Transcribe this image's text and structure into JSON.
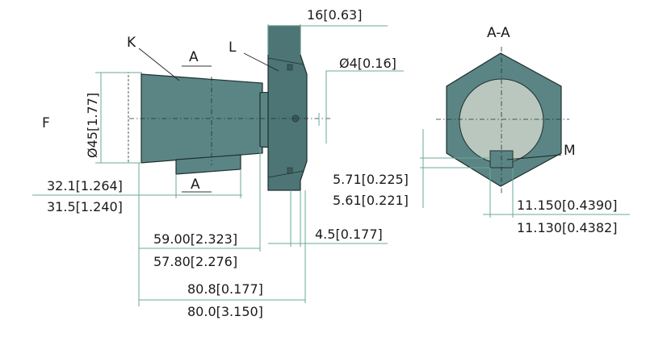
{
  "labels": {
    "part_k": "K",
    "part_l": "L",
    "part_f": "F",
    "part_m": "M",
    "section_top": "A",
    "section_bottom": "A",
    "section_view": "A-A"
  },
  "dimensions": {
    "hex_width": "16[0.63]",
    "hole_diameter": "Ø4[0.16]",
    "body_diameter": "Ø45[1.77]",
    "step_max": "32.1[1.264]",
    "step_min": "31.5[1.240]",
    "body_length_max": "59.00[2.323]",
    "body_length_min": "57.80[2.276]",
    "shoulder": "4.5[0.177]",
    "total_length_max": "80.8[0.177]",
    "total_length_min": "80.0[3.150]",
    "key_depth_max": "5.71[0.225]",
    "key_depth_min": "5.61[0.221]",
    "key_width_max": "11.150[0.4390]",
    "key_width_min": "11.130[0.4382]"
  },
  "colors": {
    "body": "#5b8585",
    "section_disc": "#b9c7bf",
    "dimension_line": "#6aa89a"
  }
}
